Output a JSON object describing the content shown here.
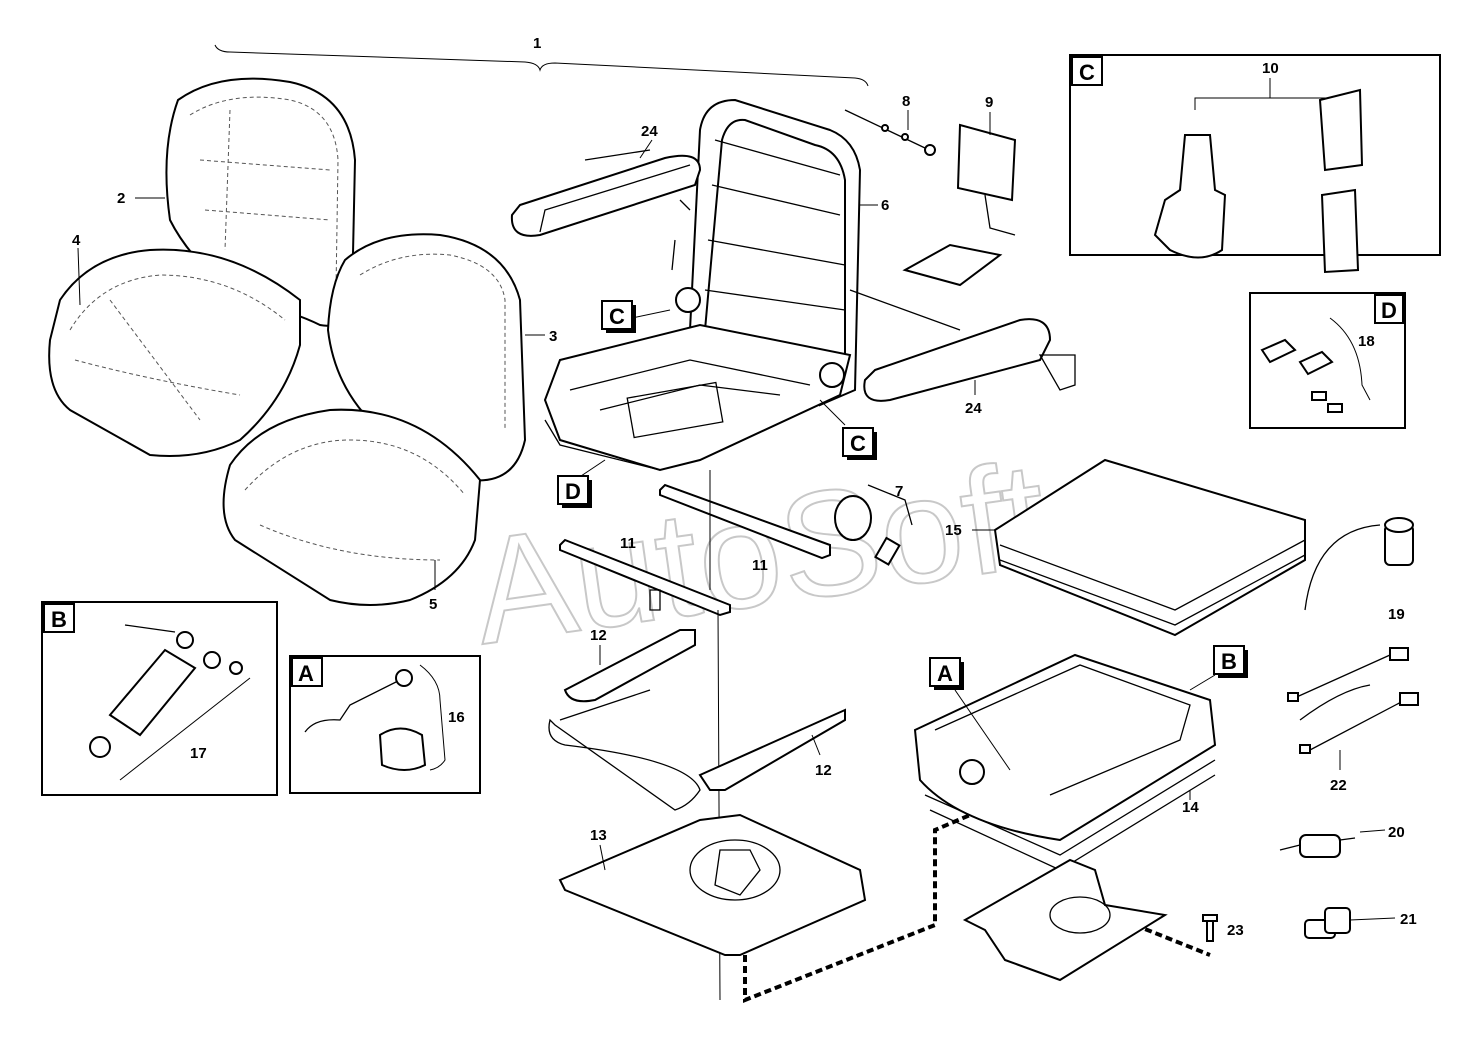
{
  "watermark": "AutoSoft",
  "callouts": {
    "c1": "1",
    "c2": "2",
    "c3": "3",
    "c4": "4",
    "c5": "5",
    "c6": "6",
    "c7": "7",
    "c8": "8",
    "c9": "9",
    "c10": "10",
    "c11a": "11",
    "c11b": "11",
    "c12a": "12",
    "c12b": "12",
    "c13": "13",
    "c14": "14",
    "c15": "15",
    "c16": "16",
    "c17": "17",
    "c18": "18",
    "c19": "19",
    "c20": "20",
    "c21": "21",
    "c22": "22",
    "c23": "23",
    "c24a": "24",
    "c24b": "24"
  },
  "detail_tags": {
    "a_main": "A",
    "b_main": "B",
    "c_frame_left": "C",
    "c_frame_right": "C",
    "d_frame": "D",
    "box_a": "A",
    "box_b": "B",
    "box_c": "C",
    "box_d": "D"
  }
}
